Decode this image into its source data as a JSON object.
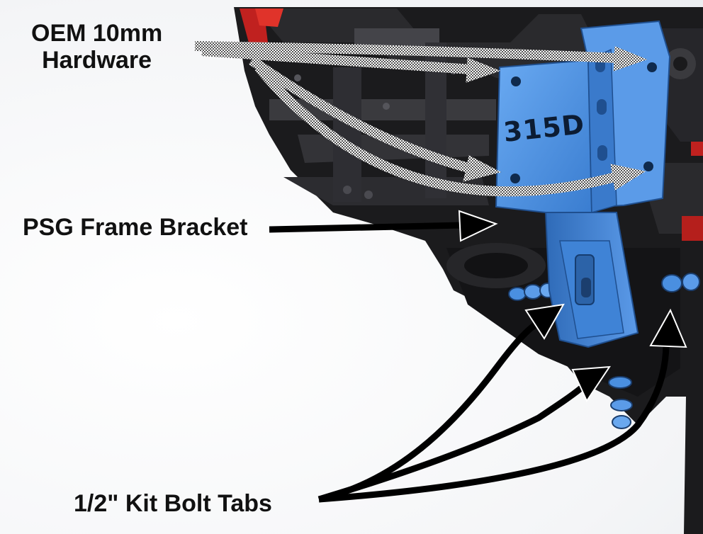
{
  "callouts": {
    "oem_hardware": {
      "line1": "OEM 10mm",
      "line2": "Hardware"
    },
    "psg_frame_bracket": "PSG Frame Bracket",
    "kit_bolt_tabs": "1/2\" Kit Bolt Tabs"
  },
  "bracket": {
    "stamp": "315D",
    "color": "#4a90e0"
  },
  "colors": {
    "frame": "#1b1b1d",
    "frame_accent": "#c0211f",
    "arrow": "#000000"
  }
}
